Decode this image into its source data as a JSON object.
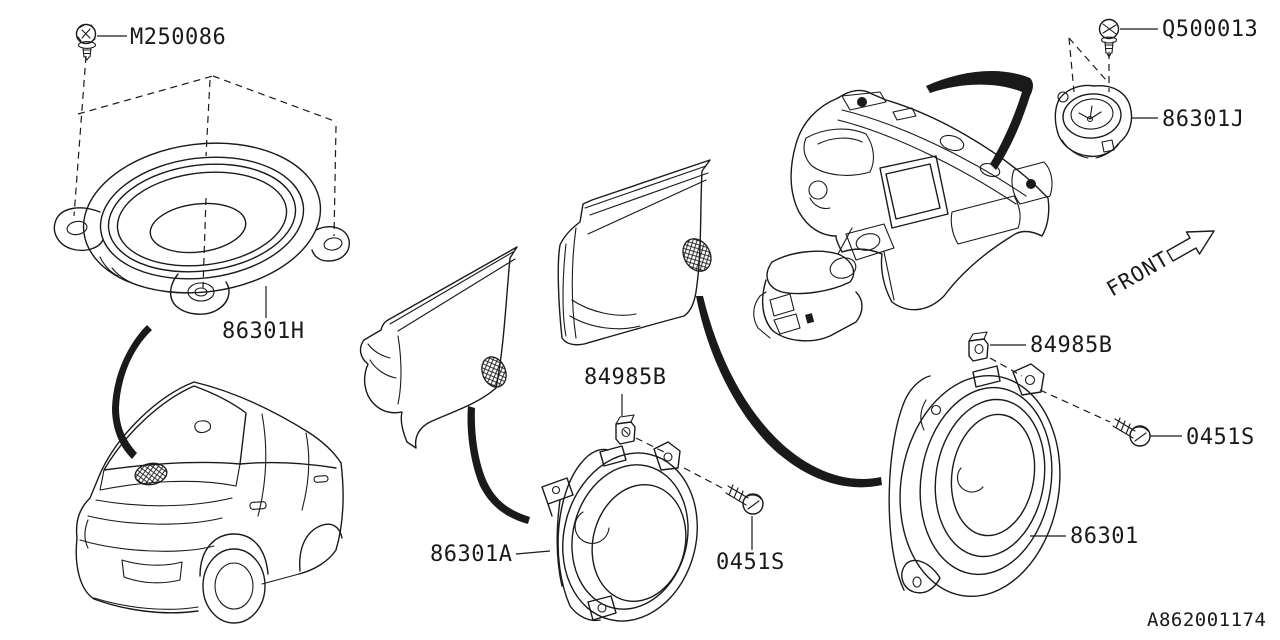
{
  "diagram": {
    "code": "A862001174",
    "direction_label": "FRONT",
    "parts": {
      "m250086": "M250086",
      "q500013": "Q500013",
      "oval_speaker": "86301H",
      "tweeter": "86301J",
      "clip_mid": "84985B",
      "clip_right": "84985B",
      "screw_mid": "0451S",
      "screw_right": "0451S",
      "door_speaker_front": "86301A",
      "door_speaker_rear": "86301"
    },
    "colors": {
      "line": "#1a1a1a",
      "background": "#ffffff"
    }
  }
}
